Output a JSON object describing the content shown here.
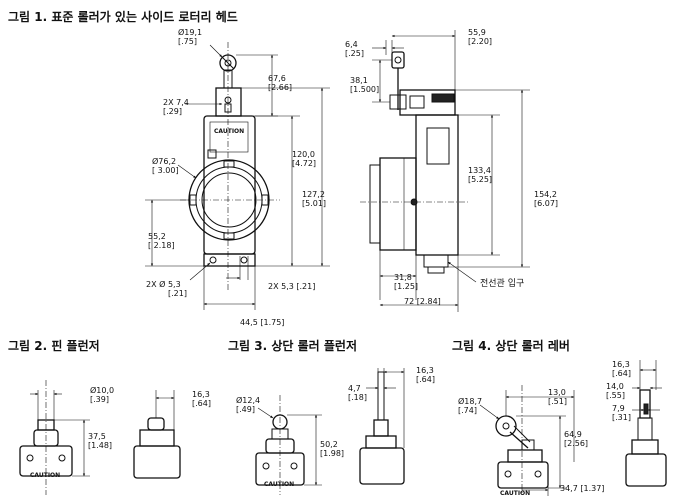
{
  "figures": {
    "fig1": {
      "caption": "그림 1. 표준 롤러가 있는 사이드 로터리 헤드"
    },
    "fig2": {
      "caption": "그림 2. 핀 플런저"
    },
    "fig3": {
      "caption": "그림 3. 상단 롤러 플런저"
    },
    "fig4": {
      "caption": "그림 4. 상단 롤러 레버"
    }
  },
  "fig1": {
    "roller_dia": "Ø19,1",
    "roller_dia_in": "[.75]",
    "hole_2x": "2X 7,4",
    "hole_2x_in": "[.29]",
    "head_h": "67,6",
    "head_h_in": "[2.66]",
    "body_dia": "Ø76,2",
    "body_dia_in": "[ 3.00]",
    "h120": "120,0",
    "h120_in": "[4.72]",
    "h127": "127,2",
    "h127_in": "[5.01]",
    "h55": "55,2",
    "h55_in": "[ 2.18]",
    "mnt_dia": "2X Ø 5,3",
    "mnt_dia_in": "[.21]",
    "mnt_sp": "2X 5,3 [.21]",
    "width": "44,5 [1.75]",
    "caution": "CAUTION",
    "side_w": "55,9",
    "side_w_in": "[2.20]",
    "s64": "6,4",
    "s64_in": "[.25]",
    "s381": "38,1",
    "s381_in": "[1.500]",
    "s1334": "133,4",
    "s1334_in": "[5.25]",
    "s1542": "154,2",
    "s1542_in": "[6.07]",
    "s318": "31,8",
    "s318_in": "[1.25]",
    "s72": "72 [2.84]",
    "conduit": "전선관 입구"
  },
  "fig2": {
    "d10": "Ø10,0",
    "d10_in": "[.39]",
    "h375": "37,5",
    "h375_in": "[1.48]",
    "s163": "16,3",
    "s163_in": "[.64]",
    "caution": "CAUTION"
  },
  "fig3": {
    "d124": "Ø12,4",
    "d124_in": "[.49]",
    "h502": "50,2",
    "h502_in": "[1.98]",
    "s47": "4,7",
    "s47_in": "[.18]",
    "s163": "16,3",
    "s163_in": "[.64]",
    "caution": "CAUTION"
  },
  "fig4": {
    "d187": "Ø18,7",
    "d187_in": "[.74]",
    "w130": "13,0",
    "w130_in": "[.51]",
    "h649": "64,9",
    "h649_in": "[2.56]",
    "w347": "34,7 [1.37]",
    "s163": "16,3",
    "s163_in": "[.64]",
    "s140": "14,0",
    "s140_in": "[.55]",
    "s79": "7,9",
    "s79_in": "[.31]",
    "caution": "CAUTION"
  }
}
